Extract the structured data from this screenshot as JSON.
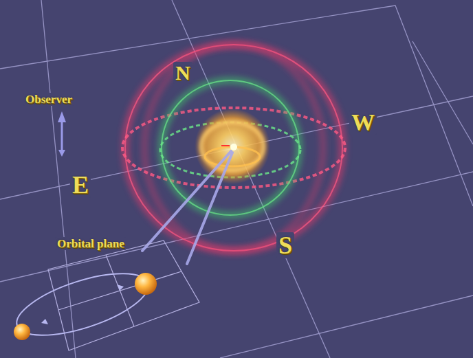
{
  "diagram": {
    "labels": [
      "Observer",
      "N",
      "W",
      "E",
      "S",
      "Orbital plane"
    ]
  }
}
